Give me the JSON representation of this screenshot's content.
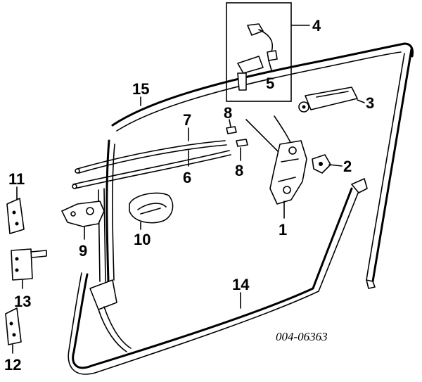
{
  "diagram": {
    "code": "004-06363",
    "callouts": [
      {
        "id": "c1",
        "label": "1"
      },
      {
        "id": "c2",
        "label": "2"
      },
      {
        "id": "c3",
        "label": "3"
      },
      {
        "id": "c4",
        "label": "4"
      },
      {
        "id": "c5",
        "label": "5"
      },
      {
        "id": "c6",
        "label": "6"
      },
      {
        "id": "c7",
        "label": "7"
      },
      {
        "id": "c8a",
        "label": "8"
      },
      {
        "id": "c8b",
        "label": "8"
      },
      {
        "id": "c9",
        "label": "9"
      },
      {
        "id": "c10",
        "label": "10"
      },
      {
        "id": "c11",
        "label": "11"
      },
      {
        "id": "c12",
        "label": "12"
      },
      {
        "id": "c13",
        "label": "13"
      },
      {
        "id": "c14",
        "label": "14"
      },
      {
        "id": "c15",
        "label": "15"
      }
    ]
  }
}
